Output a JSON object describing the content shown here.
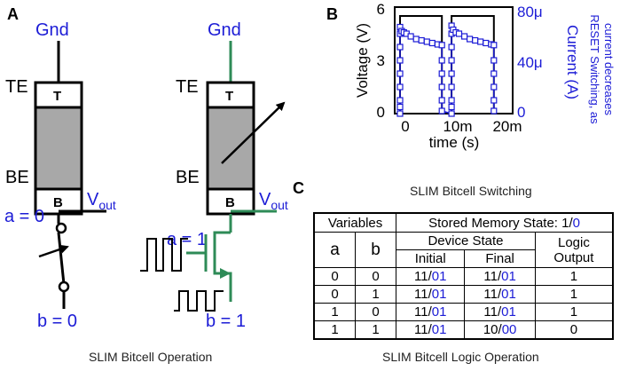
{
  "panels": {
    "a": {
      "letter": "A",
      "left_cell": {
        "gnd": "Gnd",
        "te": "TE",
        "be": "BE",
        "t": "T",
        "b": "B",
        "vout_base": "V",
        "vout_sub": "out",
        "input_a": "a = 0",
        "input_b": "b = 0"
      },
      "right_cell": {
        "gnd": "Gnd",
        "te": "TE",
        "be": "BE",
        "t": "T",
        "b": "B",
        "vout_base": "V",
        "vout_sub": "out",
        "input_a": "a = 1",
        "input_b": "b = 1"
      },
      "caption": "SLIM Bitcell Operation"
    },
    "b": {
      "letter": "B",
      "caption": "SLIM Bitcell Switching",
      "side_note_1": "RESET Switching, as",
      "side_note_2": "current decreases"
    },
    "c": {
      "letter": "C",
      "caption": "SLIM Bitcell Logic Operation"
    }
  },
  "colors": {
    "blue_text": "#1c1cd6",
    "green_wire": "#2e8b57",
    "device_gray": "#a8a8a8",
    "black": "#000000"
  },
  "chart_data": {
    "type": "line",
    "xlabel": "time (s)",
    "ylabel_left": "Voltage (V)",
    "ylabel_right": "Current (A)",
    "x_ticks": [
      "0",
      "10m",
      "20m"
    ],
    "y_left_ticks": [
      "0",
      "3",
      "6"
    ],
    "y_right_ticks": [
      "0",
      "40μ",
      "80μ"
    ],
    "xlim": [
      -0.001,
      0.021
    ],
    "ylim_left": [
      0,
      6
    ],
    "ylim_right": [
      0,
      8e-05
    ],
    "grid": false,
    "series": [
      {
        "axis": "left",
        "style": "line",
        "color": "#000000",
        "points": [
          [
            0.0,
            0
          ],
          [
            0.0,
            5.5
          ],
          [
            0.0078,
            5.5
          ],
          [
            0.0078,
            0
          ],
          [
            0.0096,
            0
          ],
          [
            0.0096,
            5.5
          ],
          [
            0.0175,
            5.5
          ],
          [
            0.0175,
            0
          ]
        ]
      },
      {
        "axis": "right",
        "style": "markers",
        "color": "#1c1cd6",
        "points": [
          [
            0.0,
            0
          ],
          [
            0.0,
            5e-06
          ],
          [
            0.0,
            1e-05
          ],
          [
            0.0,
            2e-05
          ],
          [
            0.0,
            3e-05
          ],
          [
            0.0,
            4e-05
          ],
          [
            0.0,
            5e-05
          ],
          [
            0.0,
            6e-05
          ],
          [
            0.0,
            6.5e-05
          ],
          [
            0.0003,
            6.2e-05
          ],
          [
            0.0007,
            6.1e-05
          ],
          [
            0.0012,
            6e-05
          ],
          [
            0.002,
            5.8e-05
          ],
          [
            0.003,
            5.6e-05
          ],
          [
            0.004,
            5.5e-05
          ],
          [
            0.005,
            5.4e-05
          ],
          [
            0.006,
            5.3e-05
          ],
          [
            0.007,
            5.2e-05
          ],
          [
            0.0078,
            5.15e-05
          ],
          [
            0.0078,
            4e-05
          ],
          [
            0.0078,
            3e-05
          ],
          [
            0.0078,
            2e-05
          ],
          [
            0.0078,
            1e-05
          ],
          [
            0.0078,
            2e-06
          ],
          [
            0.0096,
            0
          ],
          [
            0.0096,
            5e-06
          ],
          [
            0.0096,
            1e-05
          ],
          [
            0.0096,
            2e-05
          ],
          [
            0.0096,
            3e-05
          ],
          [
            0.0096,
            4e-05
          ],
          [
            0.0096,
            5e-05
          ],
          [
            0.0096,
            6e-05
          ],
          [
            0.0096,
            6.6e-05
          ],
          [
            0.0099,
            6.3e-05
          ],
          [
            0.0104,
            6.1e-05
          ],
          [
            0.011,
            6e-05
          ],
          [
            0.012,
            5.8e-05
          ],
          [
            0.013,
            5.6e-05
          ],
          [
            0.014,
            5.5e-05
          ],
          [
            0.015,
            5.4e-05
          ],
          [
            0.016,
            5.3e-05
          ],
          [
            0.017,
            5.2e-05
          ],
          [
            0.0175,
            5.15e-05
          ],
          [
            0.0175,
            4e-05
          ],
          [
            0.0175,
            3e-05
          ],
          [
            0.0175,
            2e-05
          ],
          [
            0.0175,
            1e-05
          ],
          [
            0.0175,
            2e-06
          ]
        ]
      }
    ]
  },
  "logic_table": {
    "h_variables": "Variables",
    "h_stored_prefix": "Stored Memory State: 1/",
    "h_stored_suffix": "0",
    "h_a": "a",
    "h_b": "b",
    "h_device_state": "Device State",
    "h_logic_line1": "Logic",
    "h_logic_line2": "Output",
    "h_initial": "Initial",
    "h_final": "Final",
    "rows": [
      {
        "a": "0",
        "b": "0",
        "init_black": "11/",
        "init_blue": "01",
        "final_black": "11/",
        "final_blue": "01",
        "out": "1"
      },
      {
        "a": "0",
        "b": "1",
        "init_black": "11/",
        "init_blue": "01",
        "final_black": "11/",
        "final_blue": "01",
        "out": "1"
      },
      {
        "a": "1",
        "b": "0",
        "init_black": "11/",
        "init_blue": "01",
        "final_black": "11/",
        "final_blue": "01",
        "out": "1"
      },
      {
        "a": "1",
        "b": "1",
        "init_black": "11/",
        "init_blue": "01",
        "final_black": "10/",
        "final_blue": "00",
        "out": "0"
      }
    ]
  }
}
